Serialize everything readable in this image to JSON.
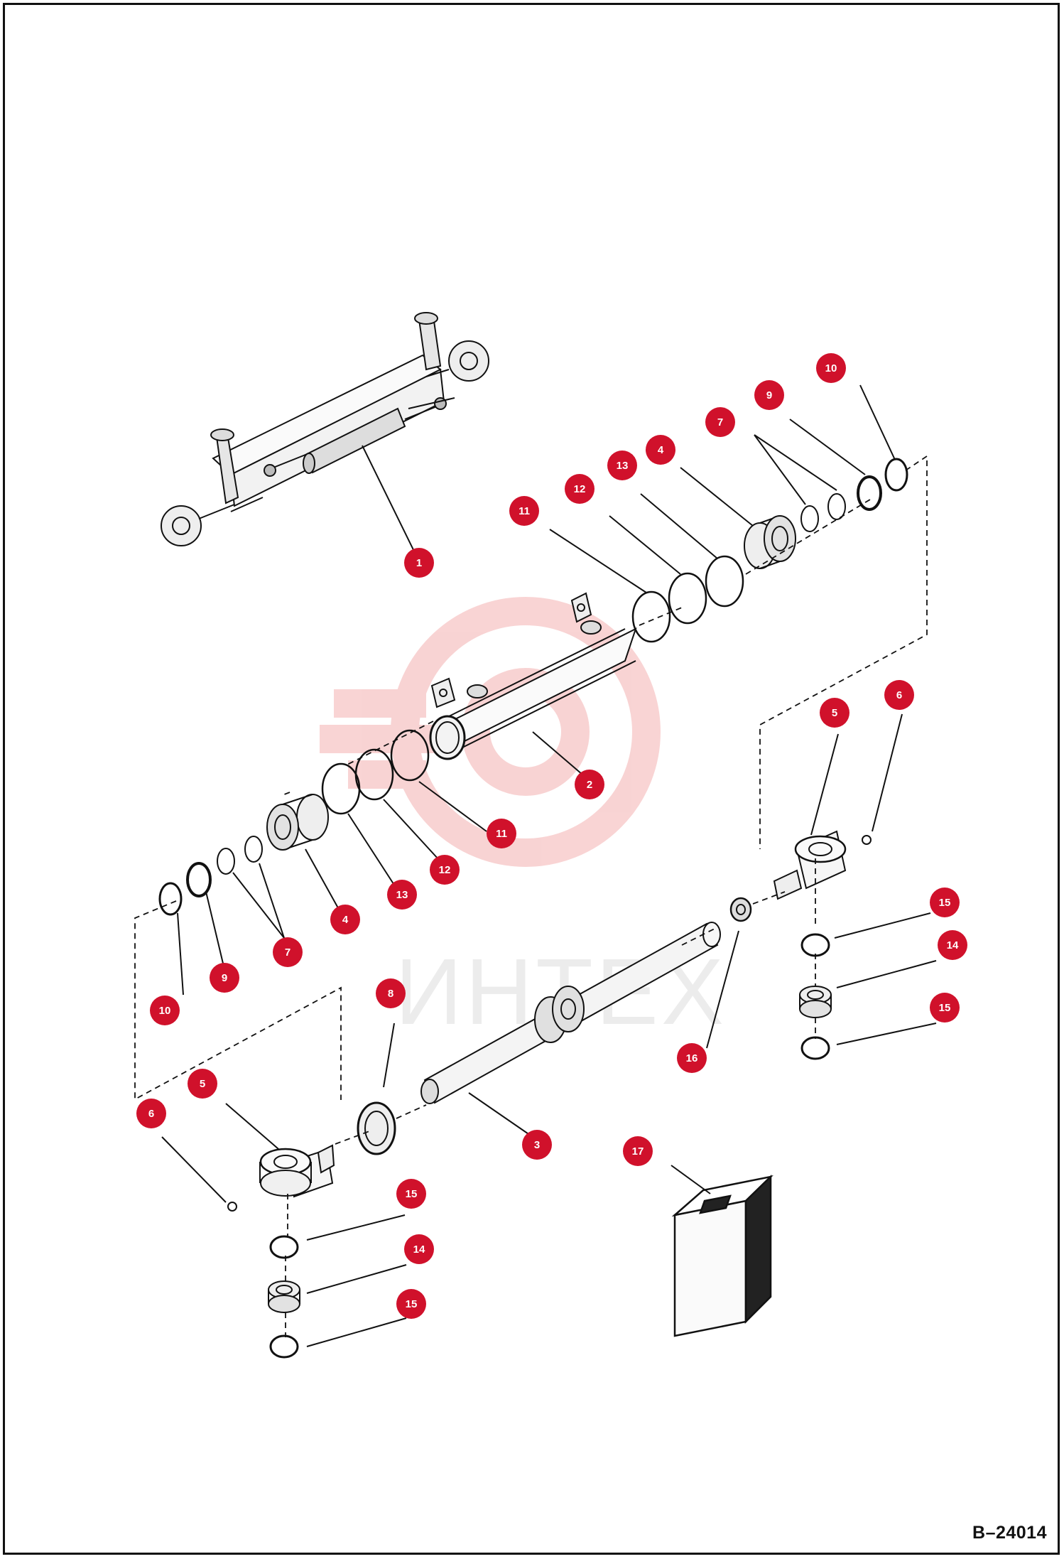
{
  "drawing": {
    "reference_code": "B–24014",
    "watermark_text": "ИНТЕХ",
    "callout_color": "#d0112b",
    "line_color": "#111111"
  },
  "callouts": [
    {
      "label": "1"
    },
    {
      "label": "2"
    },
    {
      "label": "3"
    },
    {
      "label": "4"
    },
    {
      "label": "4"
    },
    {
      "label": "5"
    },
    {
      "label": "5"
    },
    {
      "label": "6"
    },
    {
      "label": "6"
    },
    {
      "label": "7"
    },
    {
      "label": "7"
    },
    {
      "label": "8"
    },
    {
      "label": "9"
    },
    {
      "label": "9"
    },
    {
      "label": "10"
    },
    {
      "label": "10"
    },
    {
      "label": "11"
    },
    {
      "label": "11"
    },
    {
      "label": "12"
    },
    {
      "label": "12"
    },
    {
      "label": "13"
    },
    {
      "label": "13"
    },
    {
      "label": "14"
    },
    {
      "label": "14"
    },
    {
      "label": "15"
    },
    {
      "label": "15"
    },
    {
      "label": "15"
    },
    {
      "label": "15"
    },
    {
      "label": "16"
    },
    {
      "label": "17"
    }
  ]
}
